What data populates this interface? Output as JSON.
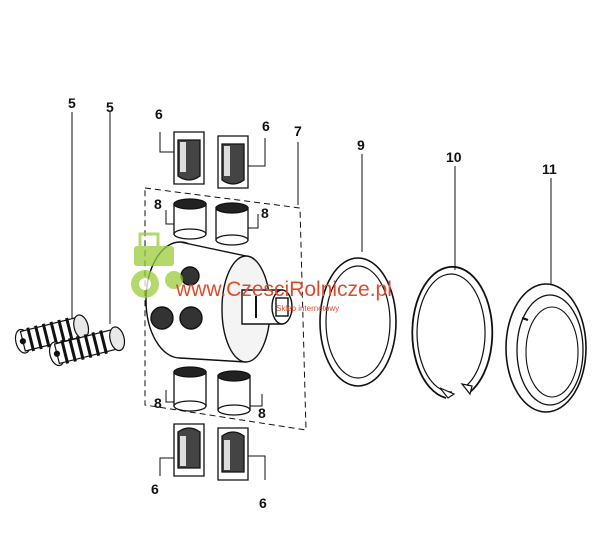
{
  "callouts": {
    "spring_a": "5",
    "spring_b": "5",
    "shoe_top_left": "6",
    "shoe_top_right": "6",
    "shoe_bottom_left": "6",
    "shoe_bottom_right": "6",
    "assembly": "7",
    "bush_top_left": "8",
    "bush_top_right": "8",
    "bush_bottom_left": "8",
    "bush_bottom_right": "8",
    "ring": "9",
    "snap_ring": "10",
    "seal": "11"
  },
  "watermark": {
    "main_text": "www.CzesciRolnicze.pl",
    "sub_text": "Sklep internetowy",
    "color": "#e04b2e",
    "logo_color": "#9acd3c"
  },
  "line_color": "#111111"
}
